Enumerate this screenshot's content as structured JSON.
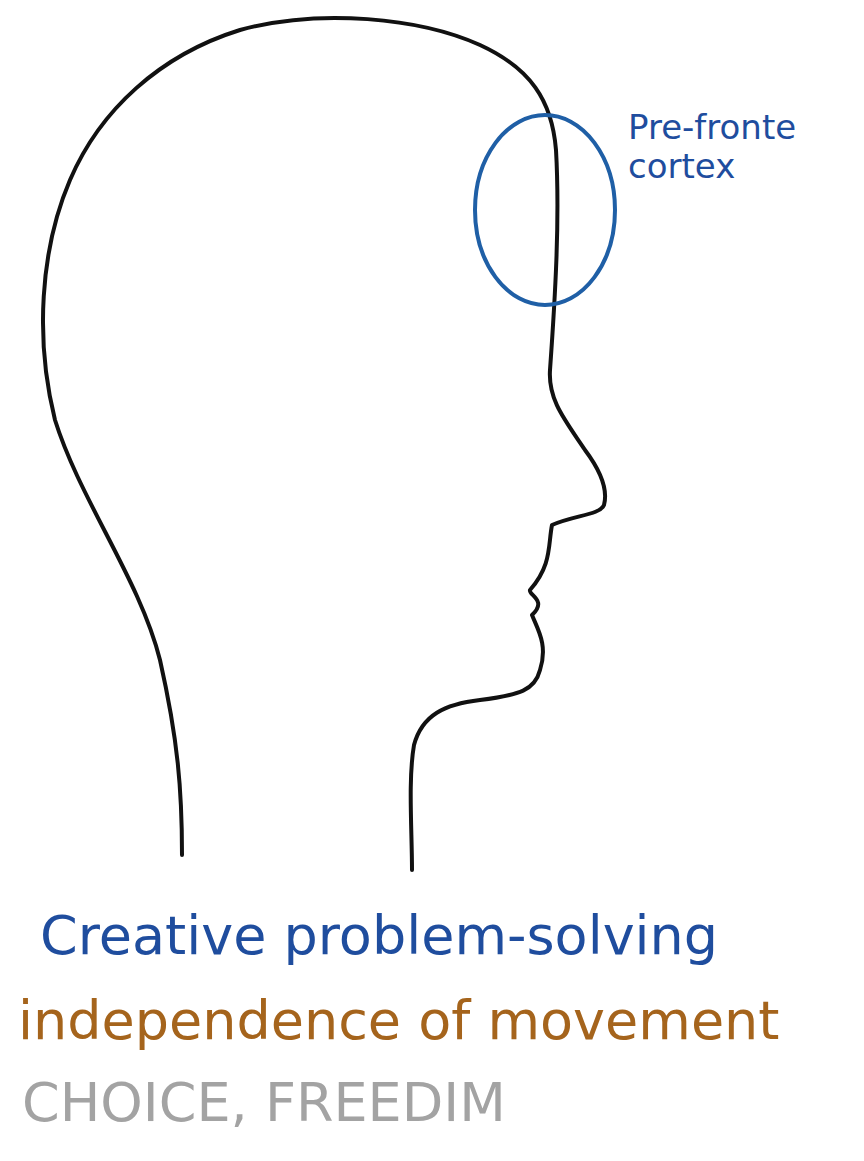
{
  "diagram": {
    "labels": [
      "Pre-fronte cortex",
      "Creative problem-solving",
      "independence of movement",
      "CHOICE, FREEDIM"
    ]
  }
}
